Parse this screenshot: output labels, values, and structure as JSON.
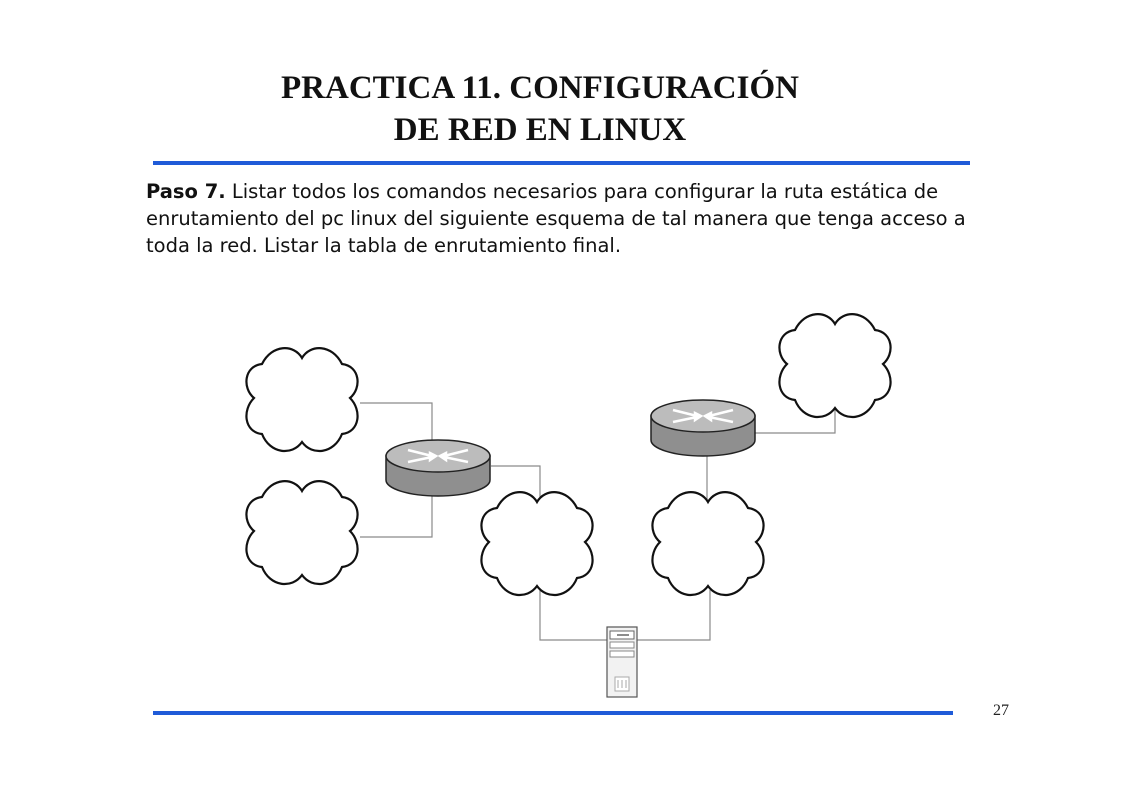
{
  "slide": {
    "title_line1": "PRACTICA 11. CONFIGURACIÓN",
    "title_line2": "DE RED EN LINUX",
    "step_label": "Paso 7.",
    "step_text": " Listar todos los comandos necesarios para configurar la ruta estática de enrutamiento del pc linux del siguiente esquema de tal manera que tenga acceso a toda la red. Listar la tabla de enrutamiento final.",
    "page_number": "27",
    "accent_color": "#1f5bd8"
  },
  "diagram": {
    "nodes": [
      {
        "id": "cloud-top-left",
        "kind": "cloud"
      },
      {
        "id": "cloud-bottom-left",
        "kind": "cloud"
      },
      {
        "id": "cloud-center",
        "kind": "cloud"
      },
      {
        "id": "cloud-center-right",
        "kind": "cloud"
      },
      {
        "id": "cloud-top-right",
        "kind": "cloud"
      },
      {
        "id": "router-left",
        "kind": "router"
      },
      {
        "id": "router-right",
        "kind": "router"
      },
      {
        "id": "linux-pc",
        "kind": "server"
      }
    ],
    "links": [
      [
        "cloud-top-left",
        "router-left"
      ],
      [
        "cloud-bottom-left",
        "router-left"
      ],
      [
        "router-left",
        "cloud-center"
      ],
      [
        "cloud-top-right",
        "router-right"
      ],
      [
        "router-right",
        "cloud-center-right"
      ],
      [
        "cloud-center",
        "linux-pc"
      ],
      [
        "cloud-center-right",
        "linux-pc"
      ]
    ]
  }
}
